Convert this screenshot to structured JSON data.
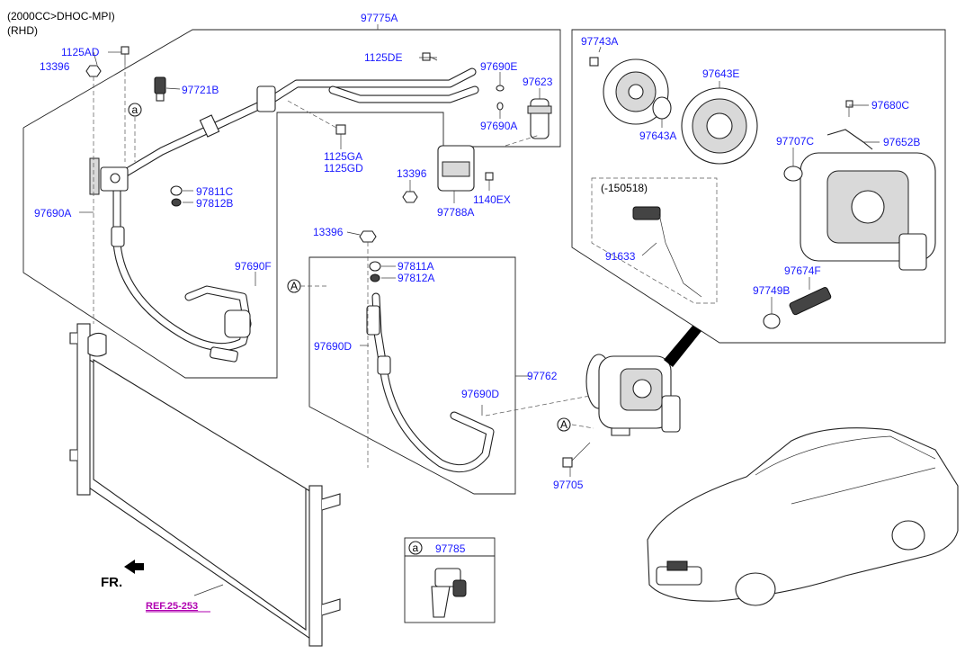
{
  "header": {
    "engine": "(2000CC>DHOC-MPI)",
    "drive": "(RHD)"
  },
  "labels": {
    "p97775A": "97775A",
    "p1125AD": "1125AD",
    "p13396_a": "13396",
    "p97721B": "97721B",
    "p1125DE": "1125DE",
    "p97690E": "97690E",
    "p97623": "97623",
    "p97690A_top": "97690A",
    "p1125GA": "1125GA",
    "p1125GD": "1125GD",
    "p13396_b": "13396",
    "p97788A": "97788A",
    "p1140EX": "1140EX",
    "p97811C": "97811C",
    "p97812B": "97812B",
    "p97690A_left": "97690A",
    "p13396_c": "13396",
    "p97811A": "97811A",
    "p97812A": "97812A",
    "p97690F": "97690F",
    "p97690D_a": "97690D",
    "p97762": "97762",
    "p97690D_b": "97690D",
    "p97705": "97705",
    "p97785": "97785",
    "p97743A": "97743A",
    "p97643E": "97643E",
    "p97643A": "97643A",
    "p97680C": "97680C",
    "p97707C": "97707C",
    "p97652B": "97652B",
    "p150518": "(-150518)",
    "p91633": "91633",
    "p97674F": "97674F",
    "p97749B": "97749B",
    "ref": "REF.25-253",
    "fr": "FR."
  },
  "callouts": {
    "a": "a",
    "A": "A"
  },
  "colors": {
    "part_label": "#1a1aff",
    "ref_label": "#b000b0",
    "line": "#222222"
  }
}
